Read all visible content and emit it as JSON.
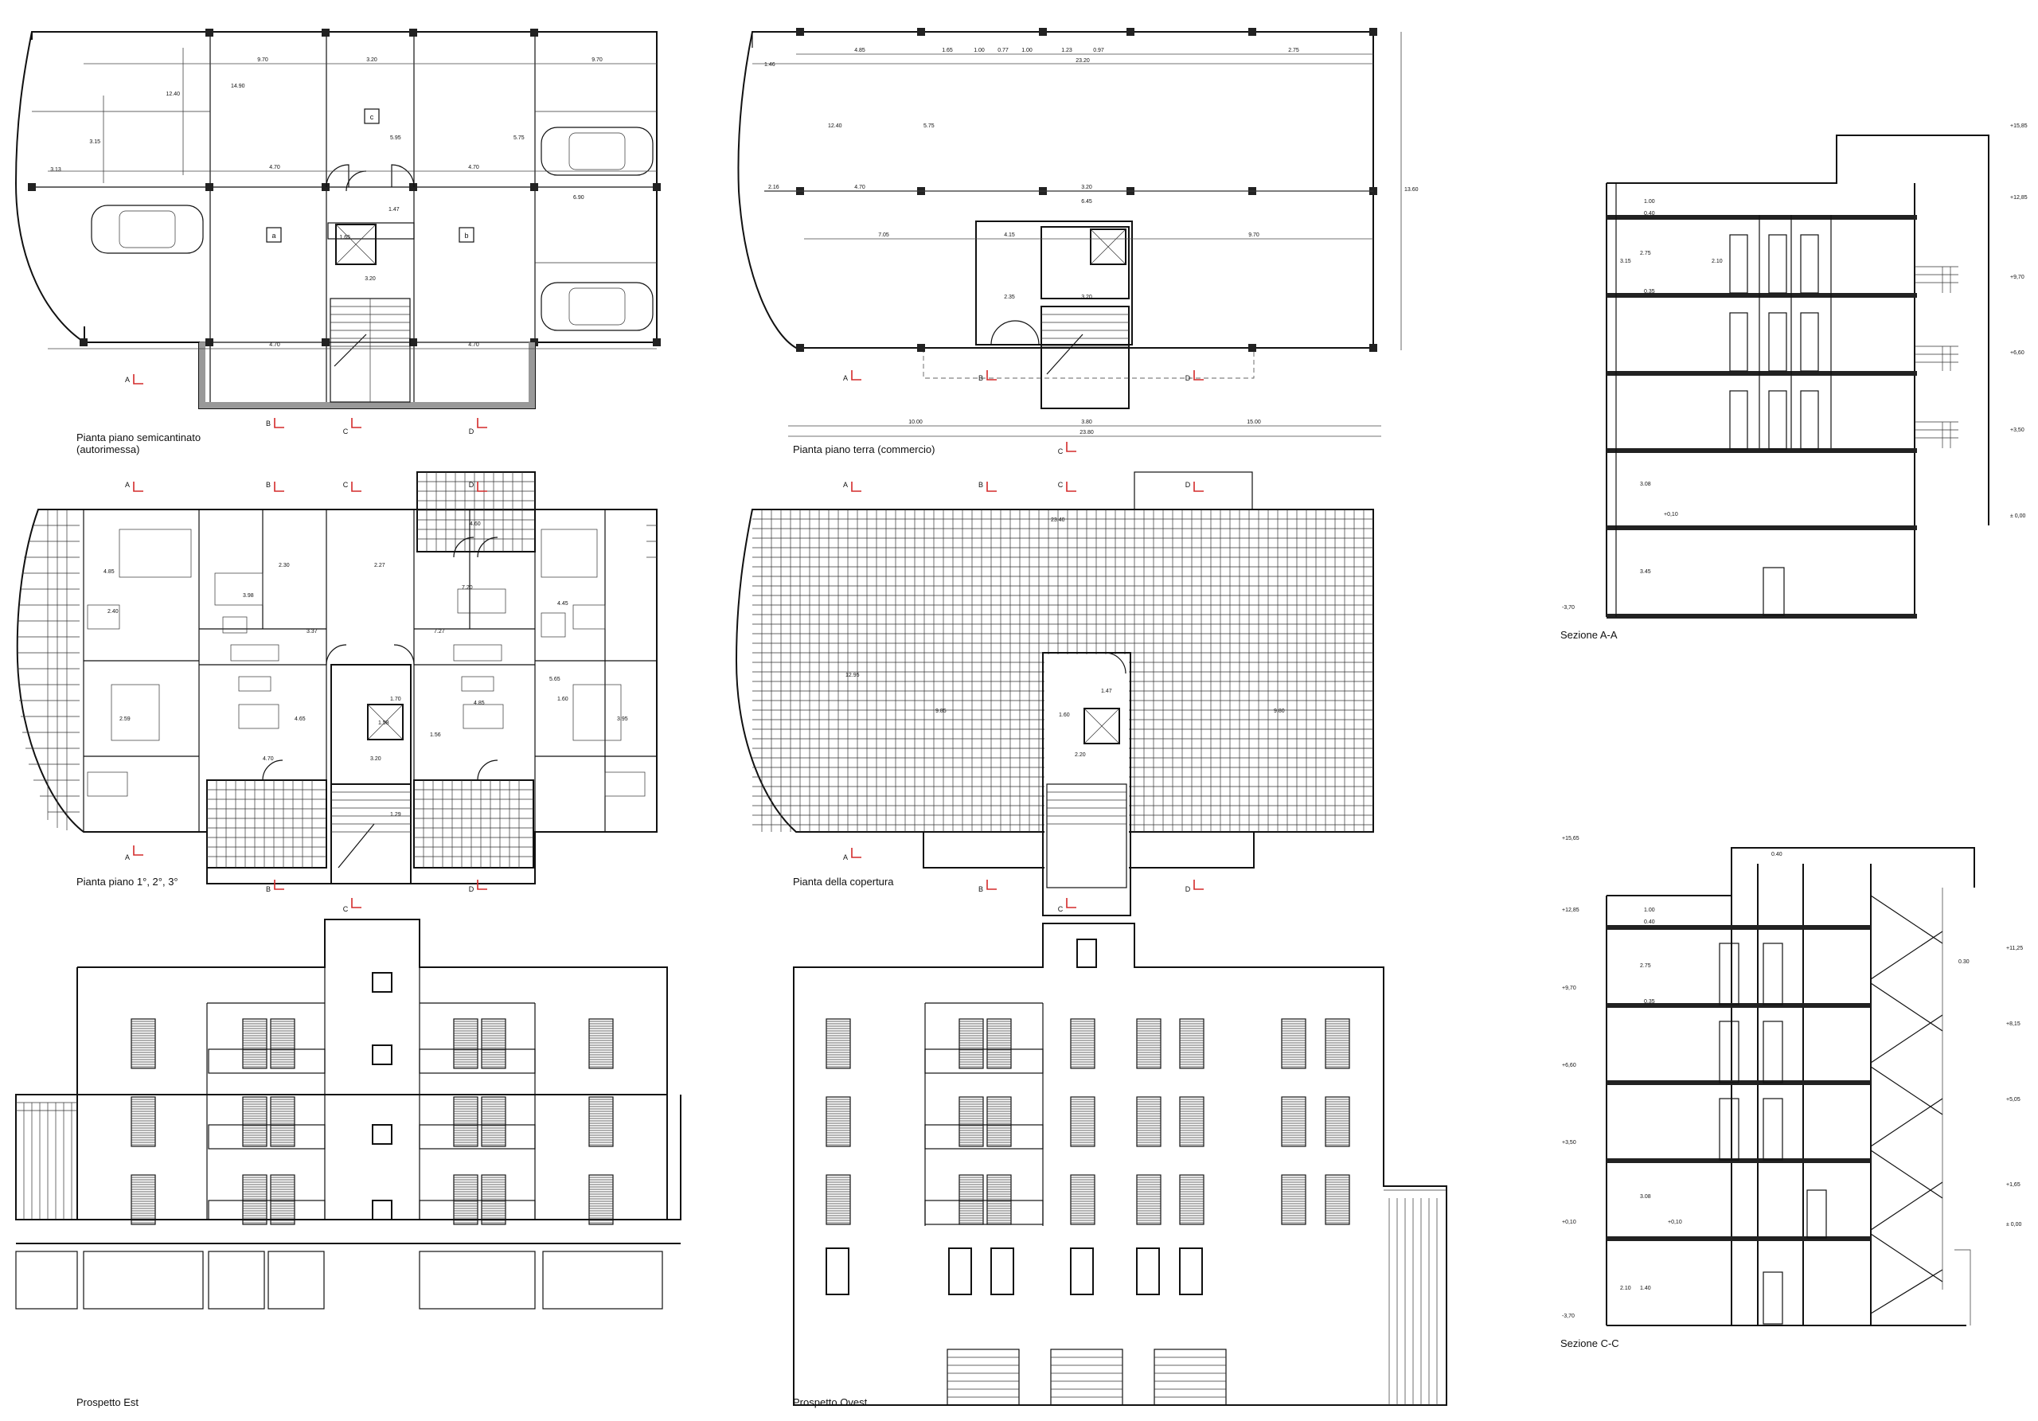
{
  "drawing_captions": {
    "basement_plan_line1": "Pianta piano semicantinato",
    "basement_plan_line2": "(autorimessa)",
    "ground_plan": "Pianta piano terra (commercio)",
    "typical_plan": "Pianta piano 1°, 2°, 3°",
    "roof_plan": "Pianta della copertura",
    "east_elevation": "Prospetto Est",
    "west_elevation": "Prospetto Ovest",
    "section_aa": "Sezione A-A",
    "section_cc": "Sezione C-C"
  },
  "section_markers": [
    "A",
    "B",
    "C",
    "D"
  ],
  "room_tags": {
    "a": "a",
    "b": "b",
    "c": "c"
  },
  "basement_dims": [
    "9.70",
    "3.20",
    "9.70",
    "4.70",
    "4.70",
    "4.70",
    "4.70",
    "12.40",
    "14.90",
    "3.15",
    "5.75",
    "5.95",
    "6.90",
    "3.20",
    "1.65",
    "1.47",
    "3.13"
  ],
  "ground_dims": [
    "1.46",
    "4.85",
    "1.65",
    "1.00",
    "0.77",
    "1.00",
    "1.23",
    "0.97",
    "2.75",
    "23.20",
    "2.16",
    "4.70",
    "3.20",
    "6.45",
    "7.05",
    "4.15",
    "9.70",
    "2.35",
    "3.20",
    "12.40",
    "5.75",
    "13.60",
    "10.00",
    "3.80",
    "23.80",
    "15.00"
  ],
  "typical_dims": [
    "4.85",
    "2.30",
    "2.27",
    "2.40",
    "3.98",
    "7.20",
    "7.27",
    "4.45",
    "5.65",
    "3.37",
    "1.70",
    "1.29",
    "4.65",
    "1.60",
    "3.95",
    "4.70",
    "3.20",
    "4.85",
    "1.58",
    "1.56",
    "2.59",
    "4.60"
  ],
  "roof_dims": [
    "23.40",
    "12.95",
    "9.85",
    "9.80",
    "1.60",
    "1.47",
    "2.20"
  ],
  "section_aa_levels": [
    "+15,85",
    "+12,85",
    "+9,70",
    "+6,60",
    "+3,50",
    "± 0,00",
    "-3,70",
    "+0,10"
  ],
  "section_aa_dims": [
    "1.00",
    "0.40",
    "3.15",
    "2.75",
    "2.10",
    "0.35",
    "3.08",
    "3.45"
  ],
  "section_cc_levels_left": [
    "+15,65",
    "+12,85",
    "+9,70",
    "+6,60",
    "+3,50",
    "+0,10",
    "-3,70",
    "+0,10"
  ],
  "section_cc_levels_right": [
    "+11,25",
    "+8,15",
    "+5,05",
    "+1,65",
    "± 0,00"
  ],
  "section_cc_dims": [
    "0.40",
    "1.00",
    "0.40",
    "2.75",
    "0.35",
    "3.08",
    "2.10",
    "1.40",
    "0.30"
  ]
}
